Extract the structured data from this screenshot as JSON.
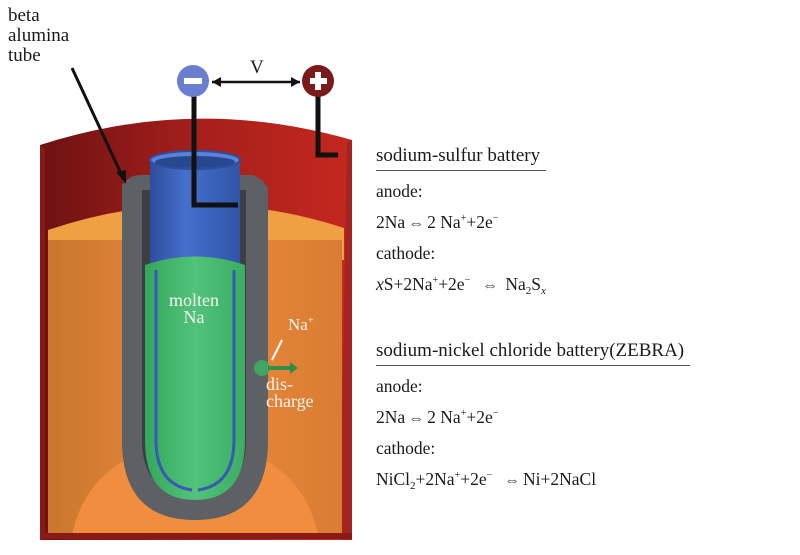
{
  "diagram": {
    "callouts": {
      "beta_alumina_tube": [
        "beta",
        "alumina",
        "tube"
      ],
      "voltage": "V",
      "negative_terminal": "−",
      "positive_terminal": "+",
      "molten_na": [
        "molten",
        "Na"
      ],
      "na_ion": "Na",
      "na_ion_charge": "+",
      "discharge": [
        "dis-",
        "charge"
      ]
    },
    "colors": {
      "outer_case": "#b3231f",
      "outer_case_dark": "#7a1414",
      "cathode_fill": "#e98a35",
      "cathode_top": "#f0a040",
      "tube_gray": "#5e6063",
      "anode_blue": "#3b62b8",
      "sodium_green": "#3fb56a",
      "negative_terminal": "#6a7ed0",
      "positive_terminal": "#7a1a1a"
    }
  },
  "reactions": {
    "sodium_sulfur": {
      "title": "sodium-sulfur battery",
      "anode_label": "anode:",
      "anode_eq": {
        "left": "2Na",
        "arrow": "⇔",
        "right_a": "2 Na",
        "right_sup1": "+",
        "right_b": "+2e",
        "right_sup2": "−"
      },
      "cathode_label": "cathode:",
      "cathode_eq": {
        "x": "x",
        "left_a": "S+2Na",
        "sup1": "+",
        "left_b": "+2e",
        "sup2": "−",
        "arrow": "⇔",
        "right_a": "Na",
        "sub1": "2",
        "right_b": "S",
        "sub2": "x"
      }
    },
    "sodium_nickel_chloride": {
      "title": "sodium-nickel chloride battery(ZEBRA)",
      "anode_label": "anode:",
      "anode_eq": {
        "left": "2Na",
        "arrow": "⇔",
        "right_a": "2 Na",
        "right_sup1": "+",
        "right_b": "+2e",
        "right_sup2": "−"
      },
      "cathode_label": "cathode:",
      "cathode_eq": {
        "left_a": "NiCl",
        "sub1": "2",
        "left_b": "+2Na",
        "sup1": "+",
        "left_c": "+2e",
        "sup2": "−",
        "arrow": "⇔",
        "right": "Ni+2NaCl"
      }
    }
  }
}
